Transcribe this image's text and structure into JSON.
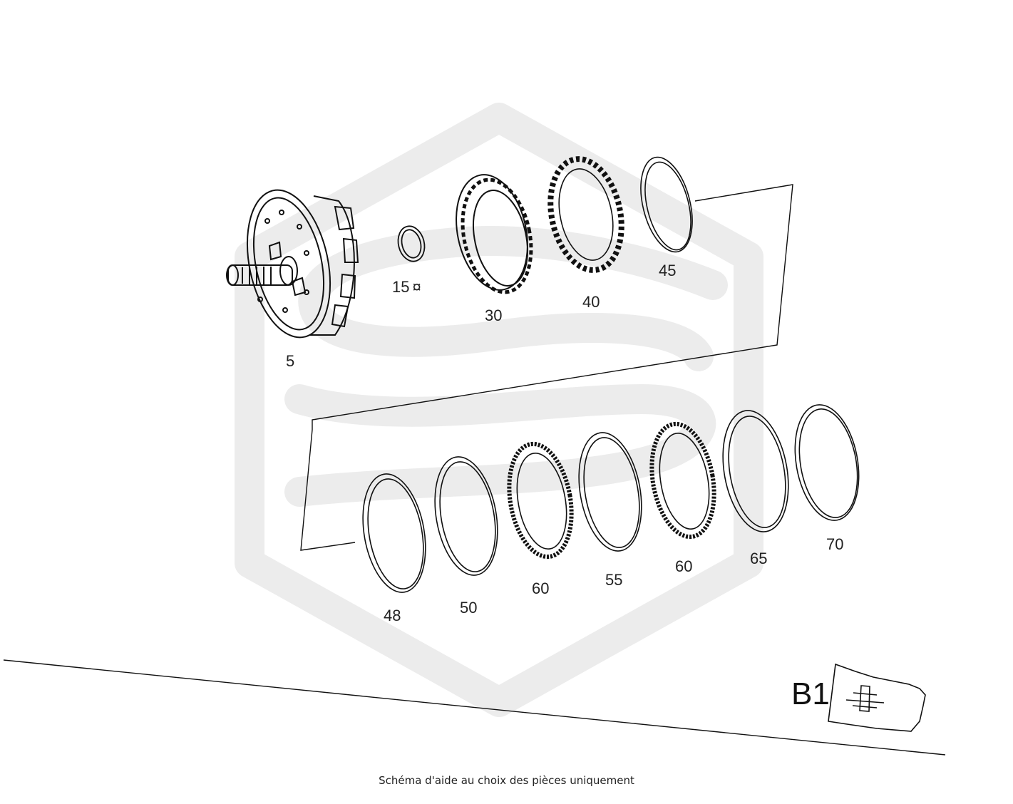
{
  "parts": [
    {
      "id": "housing",
      "number": "5"
    },
    {
      "id": "snap-ring-small",
      "number": "15",
      "suffix": "¤"
    },
    {
      "id": "ring-gear",
      "number": "30"
    },
    {
      "id": "toothed-disc",
      "number": "40"
    },
    {
      "id": "snap-ring-top",
      "number": "45"
    },
    {
      "id": "plate-48",
      "number": "48"
    },
    {
      "id": "plate-50",
      "number": "50"
    },
    {
      "id": "friction-disc-a",
      "number": "60"
    },
    {
      "id": "steel-plate-55",
      "number": "55"
    },
    {
      "id": "friction-disc-b",
      "number": "60"
    },
    {
      "id": "steel-plate-65",
      "number": "65"
    },
    {
      "id": "snap-ring-70",
      "number": "70"
    }
  ],
  "badge": {
    "label": "B1"
  },
  "caption": "Schéma d'aide au choix des pièces uniquement",
  "colors": {
    "line": "#111111",
    "watermark": "#ececec"
  }
}
